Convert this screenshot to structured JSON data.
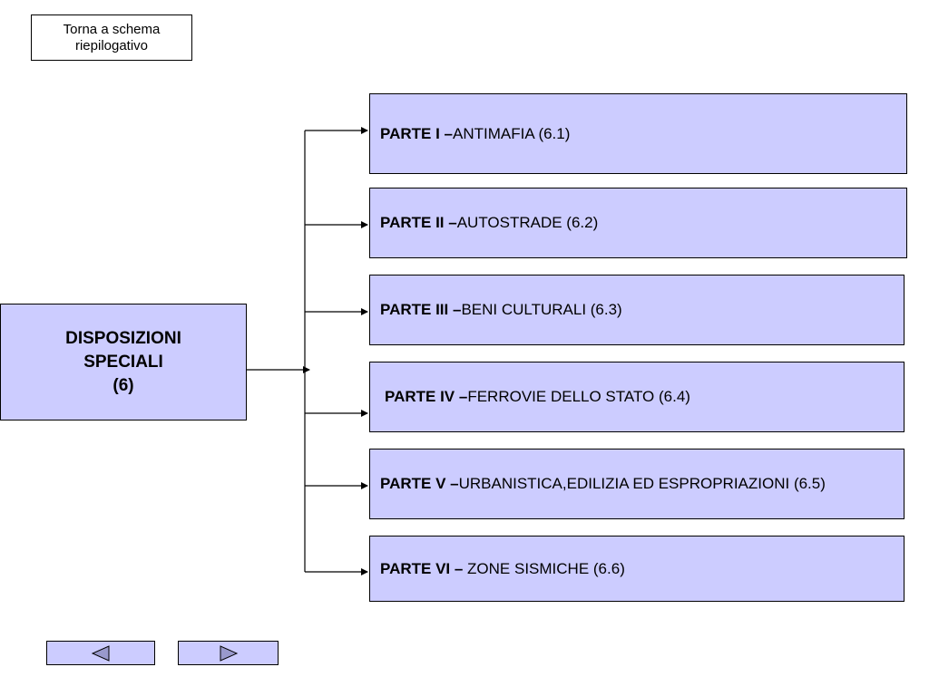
{
  "back_link": {
    "line1": "Torna a schema",
    "line2": "riepilogativo"
  },
  "main": {
    "line1": "DISPOSIZIONI",
    "line2": "SPECIALI",
    "line3": "(6)"
  },
  "parts": [
    {
      "bold": "PARTE I – ",
      "text": "ANTIMAFIA (6.1)"
    },
    {
      "bold": "PARTE II – ",
      "text": "AUTOSTRADE (6.2)"
    },
    {
      "bold": "PARTE III – ",
      "text": "BENI CULTURALI (6.3)"
    },
    {
      "bold": "PARTE IV – ",
      "text": "FERROVIE DELLO STATO (6.4)"
    },
    {
      "bold": "PARTE V – ",
      "text": "URBANISTICA,EDILIZIA ED ESPROPRIAZIONI (6.5)"
    },
    {
      "bold": "PARTE VI – ",
      "text": " ZONE SISMICHE (6.6)"
    }
  ],
  "nav": {
    "prev_icon": "triangle-left-icon",
    "next_icon": "triangle-right-icon"
  },
  "colors": {
    "box_fill": "#ccccff",
    "border": "#000000"
  }
}
